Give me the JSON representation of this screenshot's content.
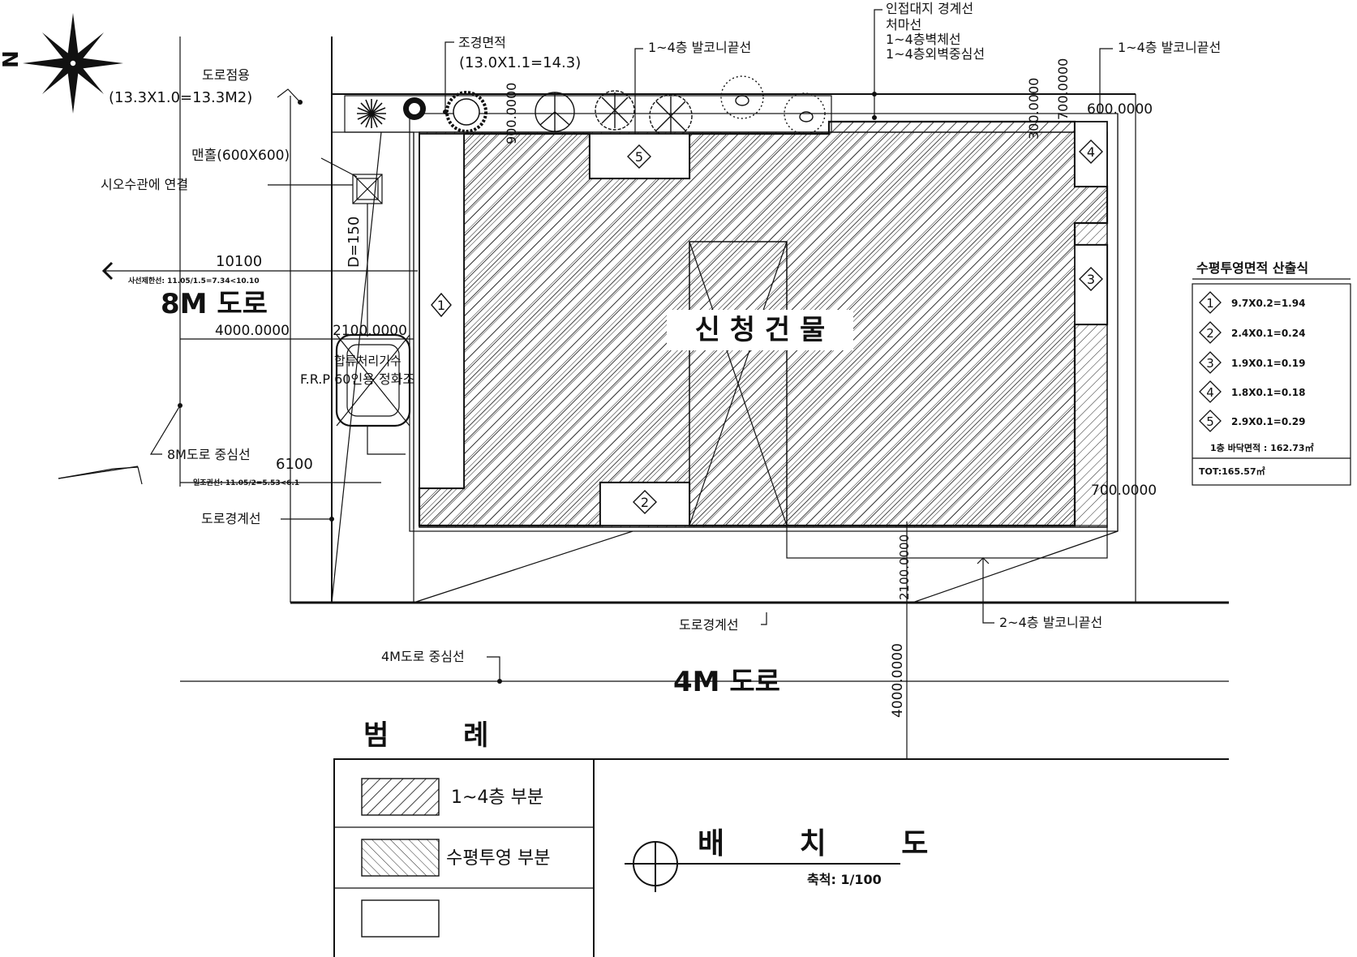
{
  "north": {
    "label": "N"
  },
  "annotations": {
    "road_occupancy": "도로점용",
    "road_occupancy_calc": "(13.3X1.0=13.3M2)",
    "landscape_area": "조경면적",
    "landscape_calc": "(13.0X1.1=14.3)",
    "balcony_line_top": "1~4층 발코니끝선",
    "adjacent_boundary": "인접대지 경계선",
    "eave_line": "처마선",
    "wall_line": "1~4층벽체선",
    "outer_wall_center": "1~4층외벽중심선",
    "balcony_line_right": "1~4층 발코니끝선",
    "manhole": "맨홀(600X600)",
    "sewer_connect": "시오수관에 연결",
    "pipe_d": "D=150",
    "septic_line1": "합류처리기수",
    "septic_line2": "F.R.P 60인용 정화조",
    "road_8m_center": "8M도로 중심선",
    "road_boundary_left": "도로경계선",
    "road_boundary_bottom": "도로경계선",
    "balcony_2_4": "2~4층 발코니끝선",
    "road_4m_center": "4M도로 중심선",
    "setback_line1": "사선제한선: 11.05/1.5=7.34<10.10",
    "setback_line2": "일조권선: 11.05/2=5.53<6.1"
  },
  "dimensions": {
    "d10100": "10100",
    "d4000a": "4000.0000",
    "d2100a": "2100.0000",
    "d6100": "6100",
    "d900": "900.0000",
    "d300": "300.0000",
    "d700a": "700.0000",
    "d600": "600.0000",
    "d700b": "700.0000",
    "d2100b": "2100.0000",
    "d4000b": "4000.0000"
  },
  "roads": {
    "road_8m": "8M 도로",
    "road_4m": "4M 도로"
  },
  "building": {
    "label": "신 청 건 물"
  },
  "markers": [
    "1",
    "2",
    "3",
    "4",
    "5"
  ],
  "area_table": {
    "title": "수평투영면적 산출식",
    "rows": [
      {
        "num": "1",
        "calc": "9.7X0.2=1.94"
      },
      {
        "num": "2",
        "calc": "2.4X0.1=0.24"
      },
      {
        "num": "3",
        "calc": "1.9X0.1=0.19"
      },
      {
        "num": "4",
        "calc": "1.8X0.1=0.18"
      },
      {
        "num": "5",
        "calc": "2.9X0.1=0.29"
      }
    ],
    "floor_area": "1층 바닥면적 : 162.73㎡",
    "total": "TOT:165.57㎡"
  },
  "legend": {
    "title": "범 례",
    "items": [
      {
        "label": "1~4층 부분"
      },
      {
        "label": "수평투영 부분"
      },
      {
        "label": ""
      }
    ]
  },
  "title_block": {
    "title": "배 치 도",
    "scale": "축척: 1/100"
  }
}
